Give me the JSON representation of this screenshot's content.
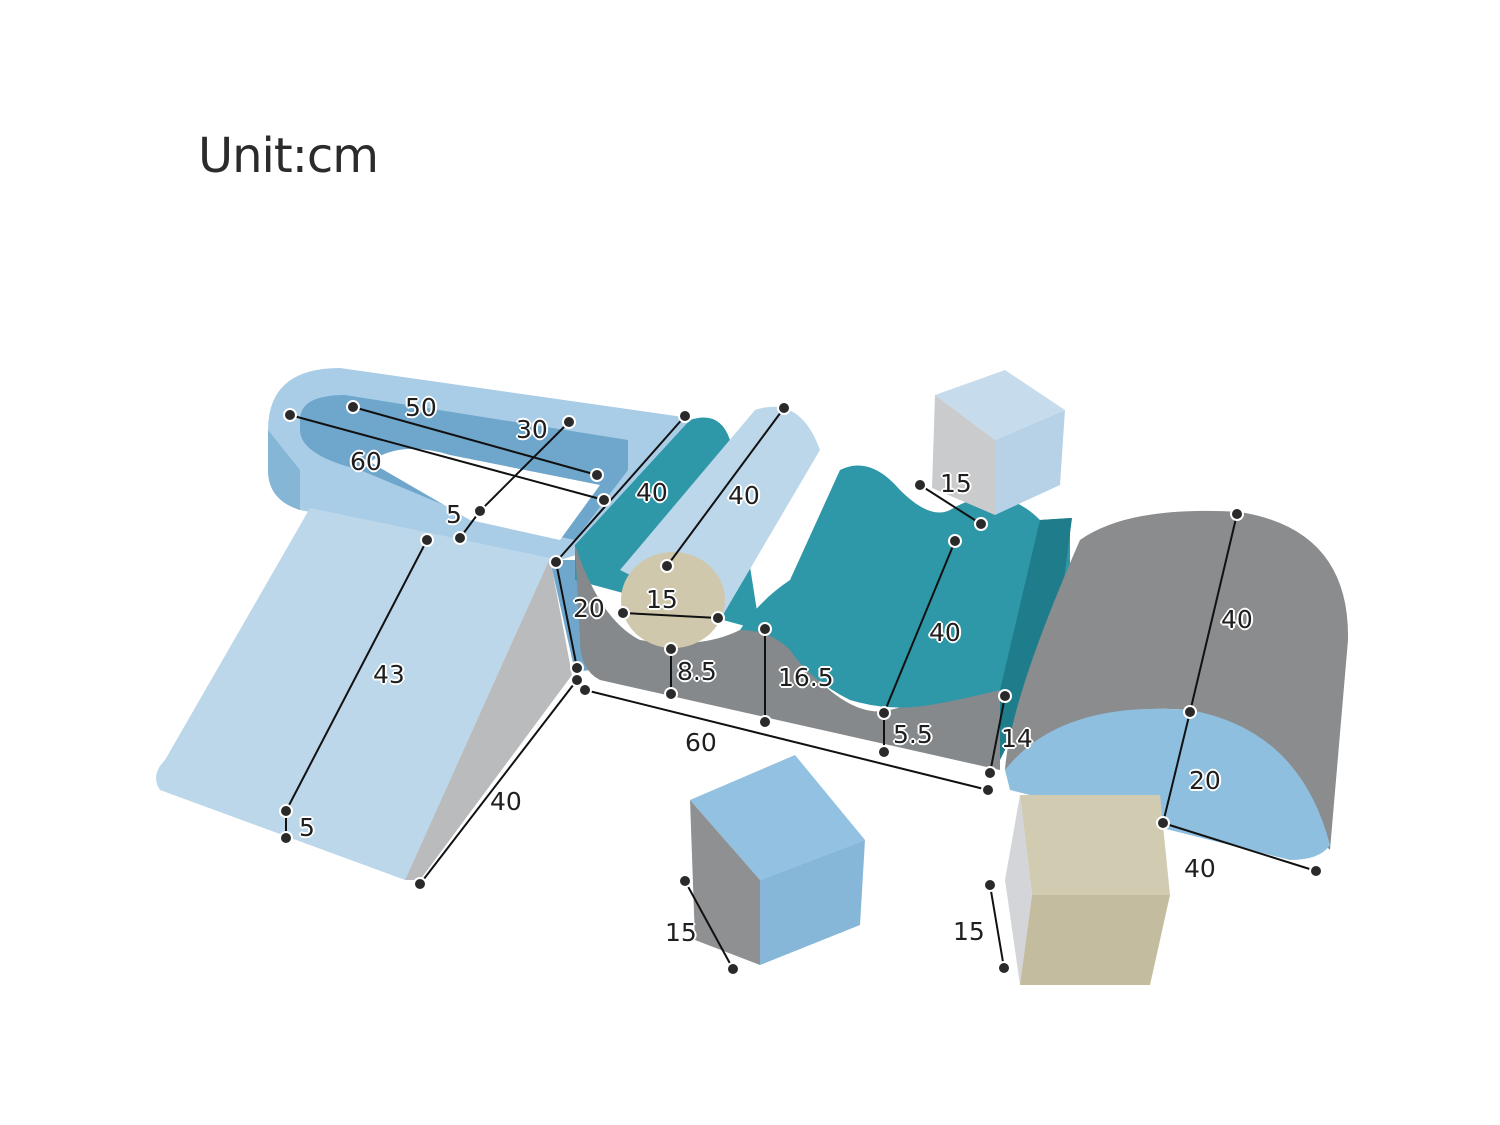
{
  "title": "Unit:cm",
  "colors": {
    "light_blue": "#bcd7ea",
    "mid_blue": "#8fbfde",
    "teal": "#2e97a8",
    "gray": "#8a8c8e",
    "light_gray": "#c9cbcd",
    "beige": "#cfc8ad",
    "dimension_line": "#111111"
  },
  "pieces": [
    {
      "name": "tunnel-arch",
      "dimensions": {
        "outer_length": "60",
        "inner_length": "50",
        "width": "30",
        "thickness": "5",
        "depth": "40"
      }
    },
    {
      "name": "slide-ramp",
      "dimensions": {
        "length": "43",
        "end_thickness": "5",
        "width": "40"
      }
    },
    {
      "name": "wave-block",
      "dimensions": {
        "depth": "40",
        "height": "20",
        "length": "60",
        "trough_1": "8.5",
        "crest": "16.5",
        "trough_2": "5.5",
        "end_height": "14",
        "wave_depth": "40"
      }
    },
    {
      "name": "cylinder",
      "dimensions": {
        "diameter": "15",
        "length": "40"
      }
    },
    {
      "name": "half-cylinder",
      "dimensions": {
        "length": "40",
        "radius": "20",
        "width": "40"
      }
    },
    {
      "name": "cube-top",
      "dimensions": {
        "side": "15"
      }
    },
    {
      "name": "cube-blue",
      "dimensions": {
        "side": "15"
      }
    },
    {
      "name": "cube-beige",
      "dimensions": {
        "side": "15"
      }
    }
  ],
  "labels": {
    "l50": "50",
    "l30": "30",
    "l60a": "60",
    "l5a": "5",
    "l40a": "40",
    "l40cyl": "40",
    "l15cyl": "15",
    "l20": "20",
    "l43": "43",
    "l5b": "5",
    "l40ramp": "40",
    "l85": "8.5",
    "l165": "16.5",
    "l60b": "60",
    "l40wave": "40",
    "l55": "5.5",
    "l14": "14",
    "l15cube1": "15",
    "l40half": "40",
    "l20half": "20",
    "l40halfw": "40",
    "l15cube2": "15",
    "l15cube3": "15"
  }
}
